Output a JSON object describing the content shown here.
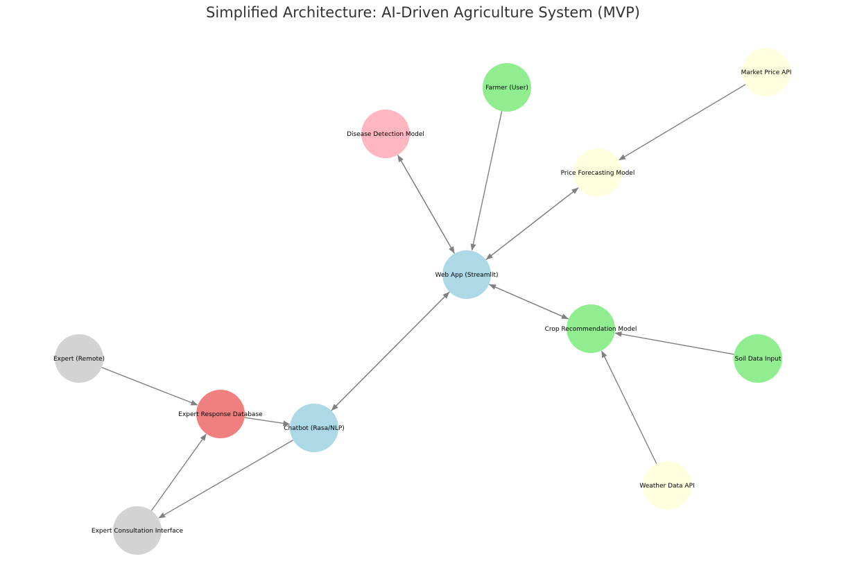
{
  "title": "Simplified Architecture: AI-Driven Agriculture System (MVP)",
  "nodes": [
    {
      "id": "farmer",
      "label": "Farmer (User)",
      "color": "#90EE90"
    },
    {
      "id": "market",
      "label": "Market Price API",
      "color": "#FFFFE0"
    },
    {
      "id": "disease",
      "label": "Disease Detection Model",
      "color": "#FFB6C1"
    },
    {
      "id": "price",
      "label": "Price Forecasting Model",
      "color": "#FFFFE0"
    },
    {
      "id": "webapp",
      "label": "Web App (Streamlit)",
      "color": "#ADD8E6"
    },
    {
      "id": "crop",
      "label": "Crop Recommendation Model",
      "color": "#90EE90"
    },
    {
      "id": "soil",
      "label": "Soil Data Input",
      "color": "#90EE90"
    },
    {
      "id": "expert",
      "label": "Expert (Remote)",
      "color": "#D3D3D3"
    },
    {
      "id": "expertdb",
      "label": "Expert Response Database",
      "color": "#F08080"
    },
    {
      "id": "chatbot",
      "label": "Chatbot (Rasa/NLP)",
      "color": "#ADD8E6"
    },
    {
      "id": "weather",
      "label": "Weather Data API",
      "color": "#FFFFE0"
    },
    {
      "id": "consult",
      "label": "Expert Consultation Interface",
      "color": "#D3D3D3"
    }
  ],
  "edges": [
    {
      "from": "farmer",
      "to": "webapp"
    },
    {
      "from": "webapp",
      "to": "disease"
    },
    {
      "from": "disease",
      "to": "webapp"
    },
    {
      "from": "webapp",
      "to": "price"
    },
    {
      "from": "price",
      "to": "webapp"
    },
    {
      "from": "market",
      "to": "price"
    },
    {
      "from": "webapp",
      "to": "crop"
    },
    {
      "from": "crop",
      "to": "webapp"
    },
    {
      "from": "soil",
      "to": "crop"
    },
    {
      "from": "weather",
      "to": "crop"
    },
    {
      "from": "webapp",
      "to": "chatbot"
    },
    {
      "from": "chatbot",
      "to": "webapp"
    },
    {
      "from": "expert",
      "to": "expertdb"
    },
    {
      "from": "expertdb",
      "to": "chatbot"
    },
    {
      "from": "chatbot",
      "to": "consult"
    },
    {
      "from": "consult",
      "to": "expertdb"
    }
  ],
  "colors": {
    "edge": "#808080",
    "title": "#333333",
    "background": "#FFFFFF"
  }
}
